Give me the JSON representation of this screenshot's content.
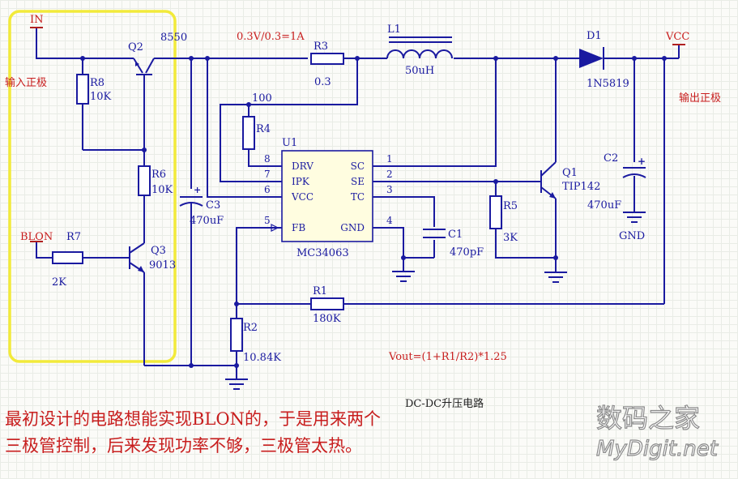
{
  "labels": {
    "in": "IN",
    "in_cn": "输入正极",
    "q2": "Q2",
    "q2_type": "8550",
    "r8": "R8",
    "r8_val": "10K",
    "r6": "R6",
    "r6_val": "10K",
    "blon": "BLON",
    "r7": "R7",
    "r7_val": "2K",
    "q3": "Q3",
    "q3_type": "9013",
    "current": "0.3V/0.3=1A",
    "r3": "R3",
    "r3_val": "0.3",
    "l1": "L1",
    "l1_val": "50uH",
    "d1": "D1",
    "d1_type": "1N5819",
    "vcc": "VCC",
    "out_cn": "输出正极",
    "c2": "C2",
    "c2_val": "470uF",
    "gnd": "GND",
    "node100": "100",
    "r4": "R4",
    "u1": "U1",
    "u1_name": "MC34063",
    "c3": "C3",
    "c3_val": "470uF",
    "c1": "C1",
    "c1_val": "470pF",
    "q1": "Q1",
    "q1_type": "TIP142",
    "r5": "R5",
    "r5_val": "3K",
    "r1": "R1",
    "r1_val": "180K",
    "r2": "R2",
    "r2_val": "10.84K",
    "formula": "Vout=(1+R1/R2)*1.25",
    "circuit_title": "DC-DC升压电路"
  },
  "ic_pins": {
    "drv": "DRV",
    "ipk": "IPK",
    "vcc": "VCC",
    "fb": "FB",
    "sc": "SC",
    "se": "SE",
    "tc": "TC",
    "gnd": "GND",
    "n1": "1",
    "n2": "2",
    "n3": "3",
    "n4": "4",
    "n5": "5",
    "n6": "6",
    "n7": "7",
    "n8": "8"
  },
  "note": {
    "line1": "最初设计的电路想能实现BLON的，于是用来两个",
    "line2": "三极管控制，后来发现功率不够，三极管太热。"
  },
  "watermark": {
    "cn": "数码之家",
    "en": "MyDigit.net"
  },
  "colors": {
    "wire": "#1a1aa0",
    "highlight": "#f2ea3a",
    "annotation": "#c81e1e",
    "port": "#b02020"
  }
}
